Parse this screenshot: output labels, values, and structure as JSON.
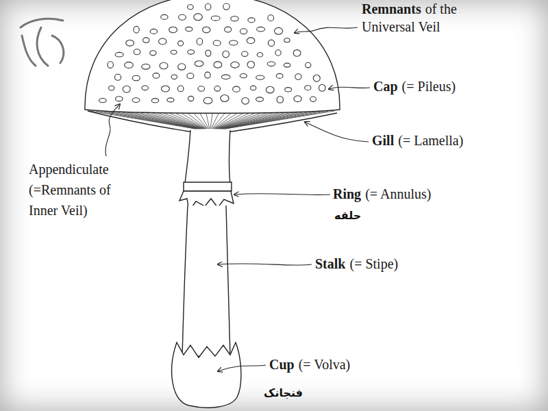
{
  "diagram": {
    "labels": [
      "Remnants",
      "of the Universal Veil",
      "Cap",
      "(= Pileus)",
      "Gill",
      "(= Lamella)",
      "Appendiculate (=Remnants of Inner Veil)",
      "Ring",
      "(= Annulus)",
      "حلقه",
      "Stalk",
      "(=  Stipe)",
      "Cup",
      "(= Volva)",
      "فنجانک"
    ]
  }
}
